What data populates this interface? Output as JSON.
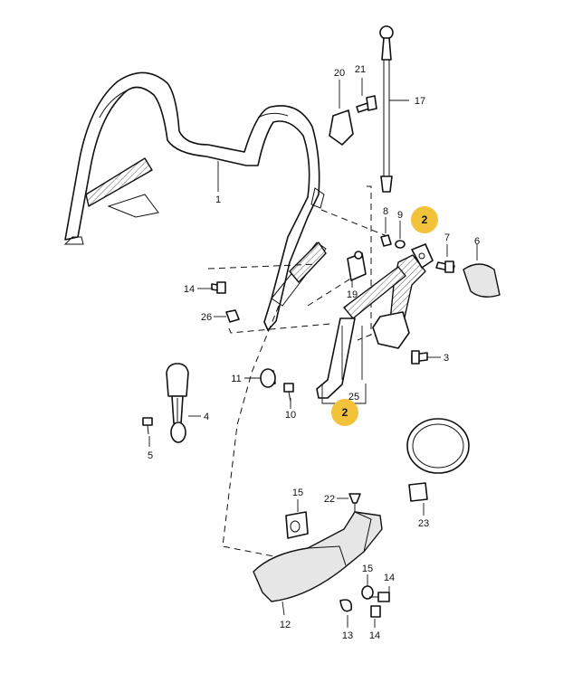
{
  "diagram": {
    "highlight_color": "#f2c23a",
    "highlights": [
      {
        "id": "hl-top",
        "text": "2"
      },
      {
        "id": "hl-bottom",
        "text": "2"
      }
    ],
    "callouts": {
      "c1": "1",
      "c3": "3",
      "c4": "4",
      "c5": "5",
      "c6": "6",
      "c7": "7",
      "c8": "8",
      "c9": "9",
      "c10": "10",
      "c11": "11",
      "c12": "12",
      "c13": "13",
      "c14a": "14",
      "c14b": "14",
      "c14c": "14",
      "c15a": "15",
      "c15b": "15",
      "c17": "17",
      "c19": "19",
      "c20": "20",
      "c21": "21",
      "c22": "22",
      "c23": "23",
      "c25": "25",
      "c26": "26"
    }
  }
}
